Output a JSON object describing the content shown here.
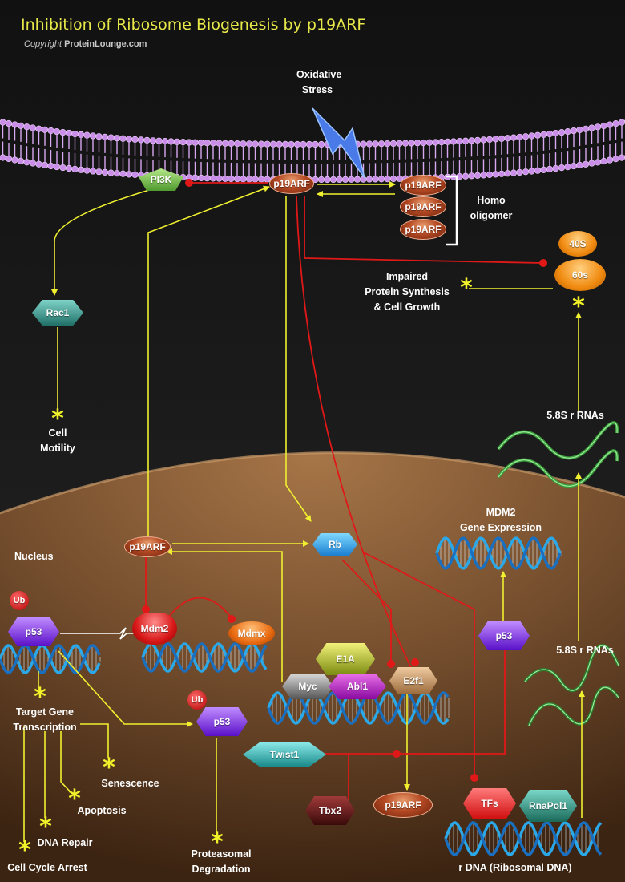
{
  "header": {
    "title": "Inhibition of Ribosome Biogenesis by p19ARF",
    "copyright_prefix": "Copyright",
    "copyright_site": "ProteinLounge.com"
  },
  "labels": {
    "oxidative_stress": "Oxidative\nStress",
    "homo_oligomer": "Homo\noligomer",
    "impaired": "Impaired\nProtein Synthesis\n& Cell Growth",
    "cell_motility": "Cell\nMotility",
    "rrna_top": "5.8S r RNAs",
    "rrna_mid": "5.8S r RNAs",
    "mdm2_expr": "MDM2\nGene Expression",
    "nucleus": "Nucleus",
    "target_gene": "Target Gene\nTranscription",
    "senescence": "Senescence",
    "apoptosis": "Apoptosis",
    "dna_repair": "DNA Repair",
    "cell_cycle_arrest": "Cell Cycle Arrest",
    "proteasomal": "Proteasomal\nDegradation",
    "rdna": "r DNA (Ribosomal DNA)"
  },
  "nodes": {
    "p19arf_membrane": "p19ARF",
    "p19arf_o1": "p19ARF",
    "p19arf_o2": "p19ARF",
    "p19arf_o3": "p19ARF",
    "pi3k": "PI3K",
    "rac1": "Rac1",
    "s40": "40S",
    "s60": "60s",
    "p19arf_nucleus": "p19ARF",
    "rb": "Rb",
    "mdm2": "Mdm2",
    "mdmx": "Mdmx",
    "ub1": "Ub",
    "p53_left": "p53",
    "ub2": "Ub",
    "p53_mid": "p53",
    "p53_right": "p53",
    "e1a": "E1A",
    "myc": "Myc",
    "abl1": "Abl1",
    "e2f1": "E2f1",
    "twist1": "Twist1",
    "tbx2": "Tbx2",
    "p19arf_bottom": "p19ARF",
    "tfs": "TFs",
    "rnapol1": "RnaPol1"
  },
  "colors": {
    "activation": "#f0f030",
    "inhibition": "#e01818",
    "title": "#e8e84a"
  }
}
